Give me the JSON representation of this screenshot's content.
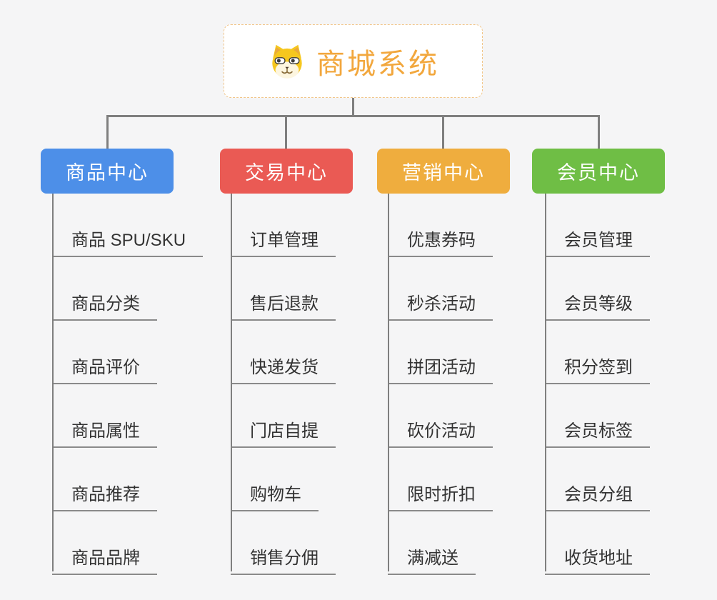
{
  "root": {
    "title": "商城系统",
    "icon": "dog-icon"
  },
  "branches": [
    {
      "id": "product-center",
      "label": "商品中心",
      "color": "#4d8fe8",
      "items": [
        "商品 SPU/SKU",
        "商品分类",
        "商品评价",
        "商品属性",
        "商品推荐",
        "商品品牌"
      ]
    },
    {
      "id": "trade-center",
      "label": "交易中心",
      "color": "#ea5a54",
      "items": [
        "订单管理",
        "售后退款",
        "快递发货",
        "门店自提",
        "购物车",
        "销售分佣"
      ]
    },
    {
      "id": "marketing-center",
      "label": "营销中心",
      "color": "#efad3e",
      "items": [
        "优惠券码",
        "秒杀活动",
        "拼团活动",
        "砍价活动",
        "限时折扣",
        "满减送"
      ]
    },
    {
      "id": "member-center",
      "label": "会员中心",
      "color": "#6fbe45",
      "items": [
        "会员管理",
        "会员等级",
        "积分签到",
        "会员标签",
        "会员分组",
        "收货地址"
      ]
    }
  ],
  "colors": {
    "background": "#f5f5f6",
    "connector": "#7f7f7f",
    "root_text": "#f2a73d",
    "root_border": "#f1c68a",
    "item_text": "#333333"
  }
}
